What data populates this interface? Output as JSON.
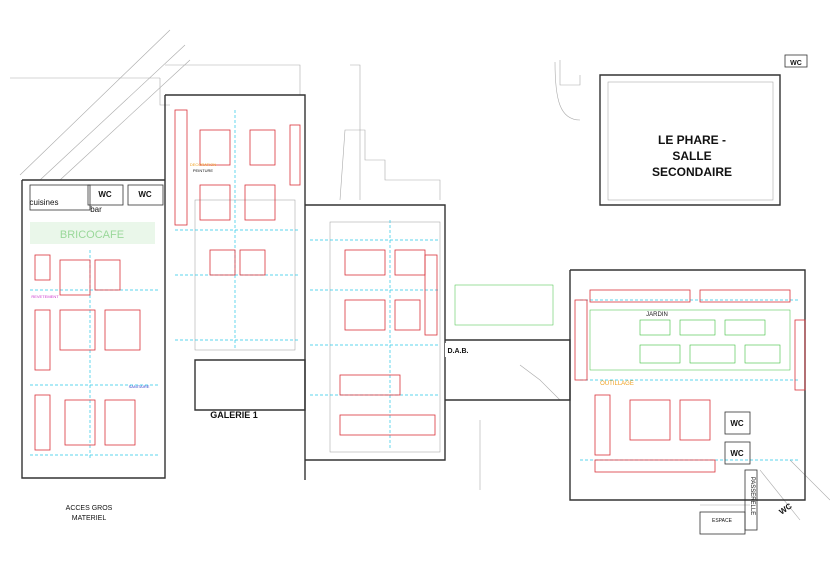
{
  "labels": {
    "le_phare": [
      "LE PHARE -",
      "SALLE",
      "SECONDAIRE"
    ],
    "wc": "WC",
    "cuisines": "cuisines",
    "bar": "bar",
    "bricocafe": "BRICOCAFE",
    "galerie": "GALERIE 1",
    "acces": [
      "ACCES GROS",
      "MATERIEL"
    ],
    "dab": "D.A.B.",
    "jardin": "JARDIN",
    "outillage": "OUTILLAGE",
    "passerelle": "PASSERELLE",
    "espace": "ESPACE",
    "decoration": "DECORATION",
    "peinture": "PEINTURE",
    "sanitaire": "SANITAIRE",
    "revetement": "REVETEMENT"
  },
  "colors": {
    "wall": "#333333",
    "booth": "#d9333b",
    "aisle": "#27c7e6",
    "green": "#3fbf3f",
    "orange": "#f0a020",
    "magenta": "#cc33cc",
    "blue": "#3344cc",
    "grey": "#aaaaaa"
  }
}
